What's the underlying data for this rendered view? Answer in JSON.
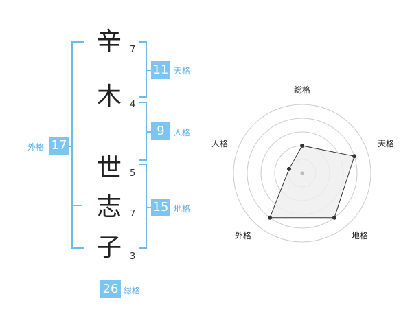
{
  "name": {
    "chars": [
      {
        "char": "辛",
        "strokes": "7"
      },
      {
        "char": "木",
        "strokes": "4"
      },
      {
        "char": "世",
        "strokes": "5"
      },
      {
        "char": "志",
        "strokes": "7"
      },
      {
        "char": "子",
        "strokes": "3"
      }
    ]
  },
  "kakusu": {
    "tenkaku": {
      "value": "11",
      "label": "天格"
    },
    "jinkaku": {
      "value": "9",
      "label": "人格"
    },
    "chikaku": {
      "value": "15",
      "label": "地格"
    },
    "gaikaku": {
      "value": "17",
      "label": "外格"
    },
    "soukaku": {
      "value": "26",
      "label": "総格"
    }
  },
  "radar": {
    "labels": {
      "soukaku": "総格",
      "tenkaku": "天格",
      "chikaku": "地格",
      "gaikaku": "外格",
      "jinkaku": "人格"
    },
    "levels": 5,
    "values": {
      "soukaku": 2,
      "tenkaku": 4,
      "chikaku": 4,
      "gaikaku": 4,
      "jinkaku": 1
    },
    "colors": {
      "fill": "#eeeeee",
      "stroke": "#333333",
      "grid": "#cccccc",
      "center": "#bbbbbb"
    }
  }
}
